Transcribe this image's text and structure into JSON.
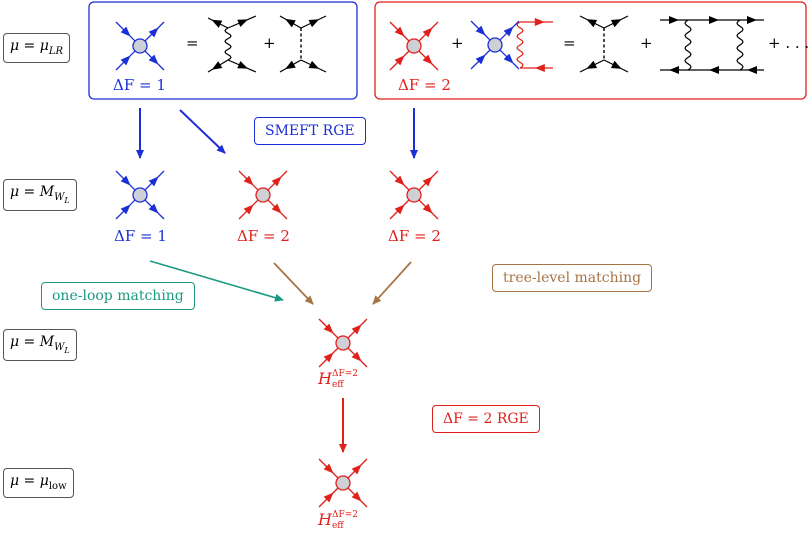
{
  "scales": {
    "mu_lr": {
      "lhs": "μ",
      "eq": " = ",
      "main": "μ",
      "sub": "LR"
    },
    "mw1": {
      "lhs": "μ",
      "eq": " = ",
      "main": "M",
      "sub": "W",
      "subsub": "L"
    },
    "mw2": {
      "lhs": "μ",
      "eq": " = ",
      "main": "M",
      "sub": "W",
      "subsub": "L"
    },
    "mu_low": {
      "lhs": "μ",
      "eq": " = ",
      "main": "μ",
      "sub": "low"
    }
  },
  "top_left": {
    "label": "ΔF = 1",
    "equals": "=",
    "plus": "+"
  },
  "top_right": {
    "label": "ΔF = 2",
    "plus1": "+",
    "equals": "=",
    "plus2": "+",
    "plus_dots": "+ . . ."
  },
  "middle": {
    "label_1": "ΔF = 1",
    "label_2": "ΔF = 2",
    "label_3": "ΔF = 2"
  },
  "boxes": {
    "smeft_rge": "SMEFT RGE",
    "one_loop": "one-loop matching",
    "tree_level": "tree-level matching",
    "df2_rge": "ΔF = 2 RGE"
  },
  "heff": {
    "symbol": "H",
    "sup": "ΔF=2",
    "sub": "eff"
  },
  "colors": {
    "blue": "#1a2fd6",
    "red": "#e0201a",
    "teal": "#1a9a80",
    "brown": "#a87444",
    "black": "#000000",
    "vertex_fill": "#cfcfd6"
  }
}
